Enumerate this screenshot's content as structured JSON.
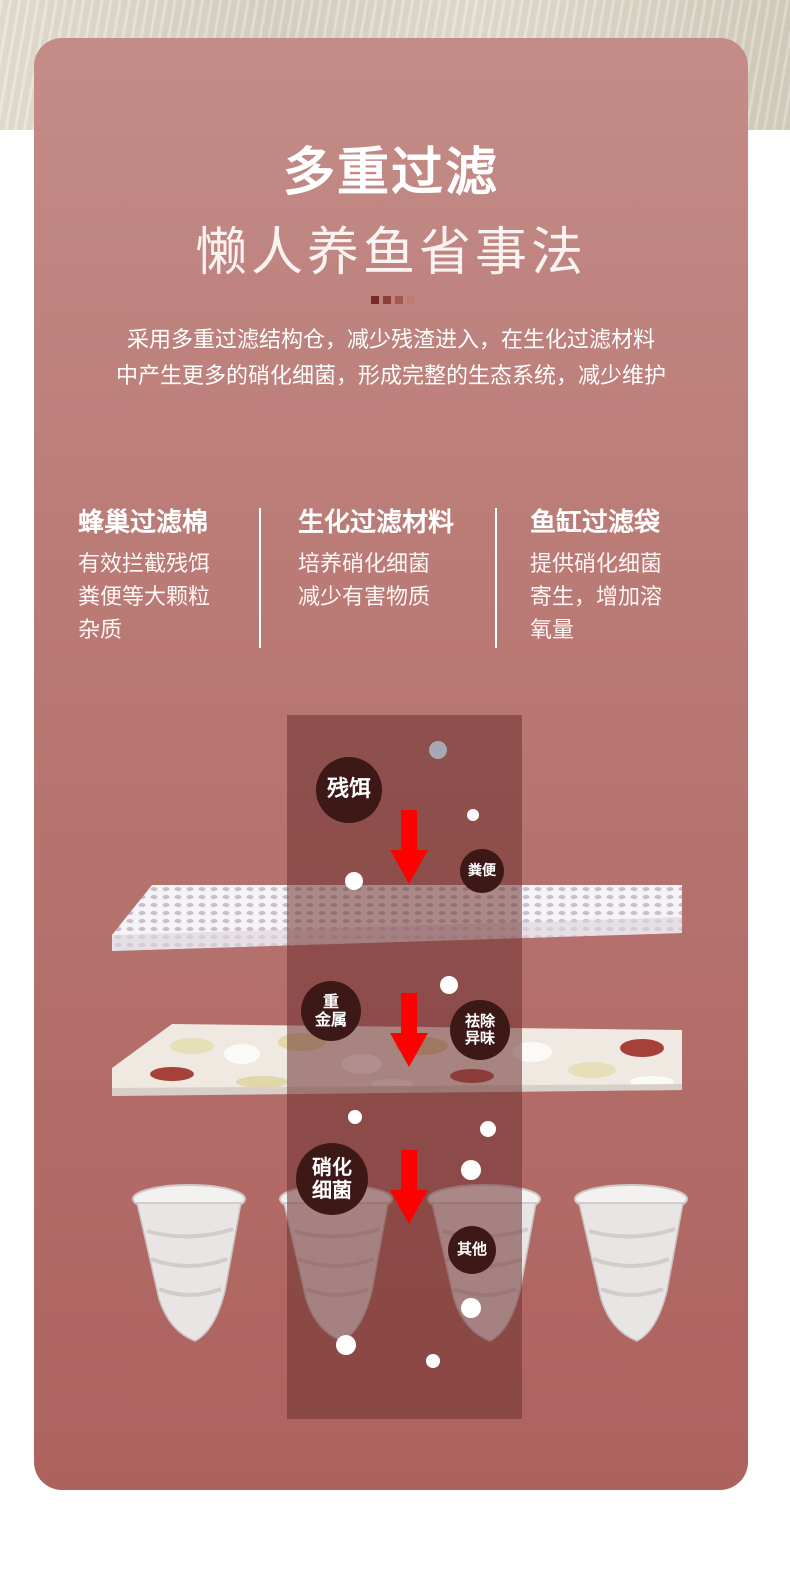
{
  "header": {
    "title": "多重过滤",
    "subtitle": "懒人养鱼省事法",
    "description_lines": [
      "采用多重过滤结构仓，减少残渣进入，在生化过滤材料",
      "中产生更多的硝化细菌，形成完整的生态系统，减少维护"
    ]
  },
  "features": [
    {
      "title": "蜂巢过滤棉",
      "lines": [
        "有效拦截残饵",
        "粪便等大颗粒",
        "杂质"
      ]
    },
    {
      "title": "生化过滤材料",
      "lines": [
        "培养硝化细菌",
        "减少有害物质"
      ]
    },
    {
      "title": "鱼缸过滤袋",
      "lines": [
        "提供硝化细菌",
        "寄生，增加溶",
        "氧量"
      ]
    }
  ],
  "diagram": {
    "labels": {
      "residue": "残饵",
      "feces": "粪便",
      "heavy_metal_1": "重",
      "heavy_metal_2": "金属",
      "odor_1": "祛除",
      "odor_2": "异味",
      "nitrifying_1": "硝化",
      "nitrifying_2": "细菌",
      "other": "其他"
    }
  },
  "colors": {
    "card_top": "#c48c88",
    "card_bottom": "#ad625e",
    "badge": "#3c1816",
    "arrow": "#ff0000",
    "accent_dots": [
      "#7a2a25",
      "#8f3e38",
      "#a65650",
      "#be7a73"
    ]
  }
}
